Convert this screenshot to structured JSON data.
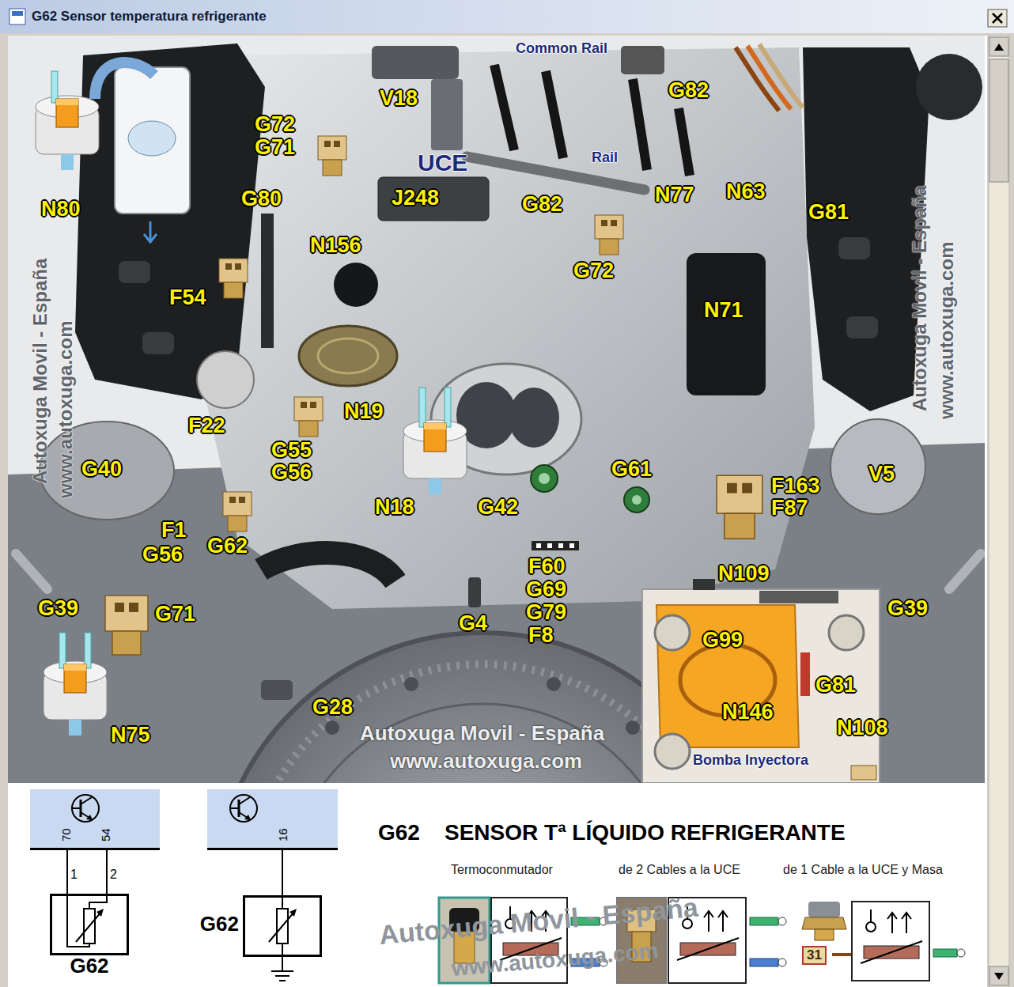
{
  "diagram": {
    "title": "G62 Sensor temperatura refrigerante",
    "nodes": [
      {
        "text": [
          "70",
          "54"
        ]
      },
      {
        "text": [
          "G62"
        ]
      },
      {
        "text": [
          "16"
        ]
      },
      {
        "text": [
          "G62"
        ]
      }
    ],
    "edges": [
      {
        "from": 0,
        "to": 1,
        "label": "1",
        "arrow": "none"
      },
      {
        "from": 0,
        "to": 1,
        "label": "2",
        "arrow": "none"
      },
      {
        "from": 2,
        "to": 3,
        "arrow": "none"
      }
    ],
    "labels": [
      "V18",
      "Common Rail",
      "G82",
      "G72",
      "G71",
      "UCE",
      "Rail",
      "J248",
      "G82",
      "N77",
      "N63",
      "G81",
      "N80",
      "G80",
      "N156",
      "G72",
      "N71",
      "F54",
      "F22",
      "N19",
      "G55",
      "G56",
      "G40",
      "N18",
      "G42",
      "G61",
      "F163",
      "F87",
      "V5",
      "F1",
      "G56",
      "G62",
      "G39",
      "G71",
      "F60",
      "G69",
      "G79",
      "F8",
      "N109",
      "G39",
      "G4",
      "G99",
      "G81",
      "N146",
      "G28",
      "N75",
      "N108",
      "Bomba Inyectora",
      "Autoxuga Movil - España",
      "www.autoxuga.com",
      "Autoxuga Movil - España",
      "www.autoxuga.com",
      "Autoxuga Movil - España",
      "www.autoxuga.com",
      "G62",
      "SENSOR Tª LÍQUIDO REFRIGERANTE",
      "Termoconmutador",
      "de 2 Cables a la UCE",
      "de 1 Cable a la UCE y Masa",
      "31",
      "Autoxuga Movil - España",
      "www.autoxuga.com"
    ]
  }
}
